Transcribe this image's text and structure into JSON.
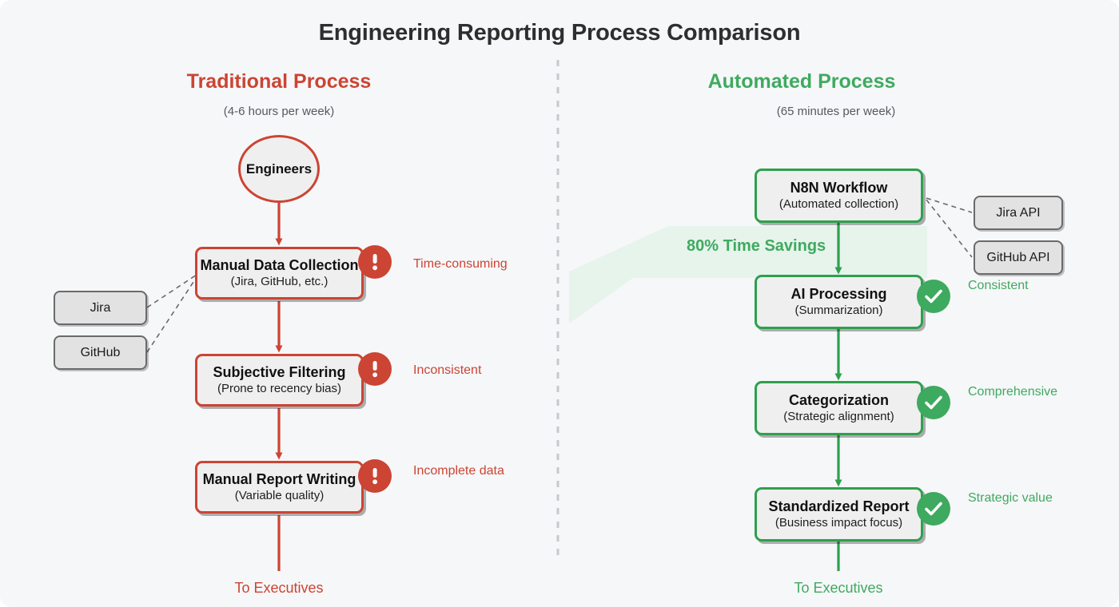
{
  "title": "Engineering Reporting Process Comparison",
  "divider": "vertical-dashed",
  "colors": {
    "background": "#f6f7f9",
    "traditional": "#cc4433",
    "automated": "#3faa5f",
    "node_fill": "#efefef",
    "source_fill": "#e2e2e2",
    "source_border": "#6a6a6a",
    "banner_fill": "#e6f4ec"
  },
  "traditional": {
    "heading": "Traditional Process",
    "subheading": "(4-6 hours per week)",
    "start": {
      "label": "Engineers"
    },
    "steps": [
      {
        "title": "Manual Data Collection",
        "sub": "(Jira, GitHub, etc.)",
        "badge": "warning-icon",
        "annotation": "Time-consuming"
      },
      {
        "title": "Subjective Filtering",
        "sub": "(Prone to recency bias)",
        "badge": "warning-icon",
        "annotation": "Inconsistent"
      },
      {
        "title": "Manual Report Writing",
        "sub": "(Variable quality)",
        "badge": "warning-icon",
        "annotation": "Incomplete data"
      }
    ],
    "sources": [
      {
        "label": "Jira"
      },
      {
        "label": "GitHub"
      }
    ],
    "output": "To Executives"
  },
  "automated": {
    "heading": "Automated Process",
    "subheading": "(65 minutes per week)",
    "steps": [
      {
        "title": "N8N Workflow",
        "sub": "(Automated collection)",
        "badge": "",
        "annotation": ""
      },
      {
        "title": "AI Processing",
        "sub": "(Summarization)",
        "badge": "check-icon",
        "annotation": "Consistent"
      },
      {
        "title": "Categorization",
        "sub": "(Strategic alignment)",
        "badge": "check-icon",
        "annotation": "Comprehensive"
      },
      {
        "title": "Standardized Report",
        "sub": "(Business impact focus)",
        "badge": "check-icon",
        "annotation": "Strategic value"
      }
    ],
    "sources": [
      {
        "label": "Jira API"
      },
      {
        "label": "GitHub API"
      }
    ],
    "output": "To Executives"
  },
  "banner": {
    "label": "80% Time Savings"
  }
}
